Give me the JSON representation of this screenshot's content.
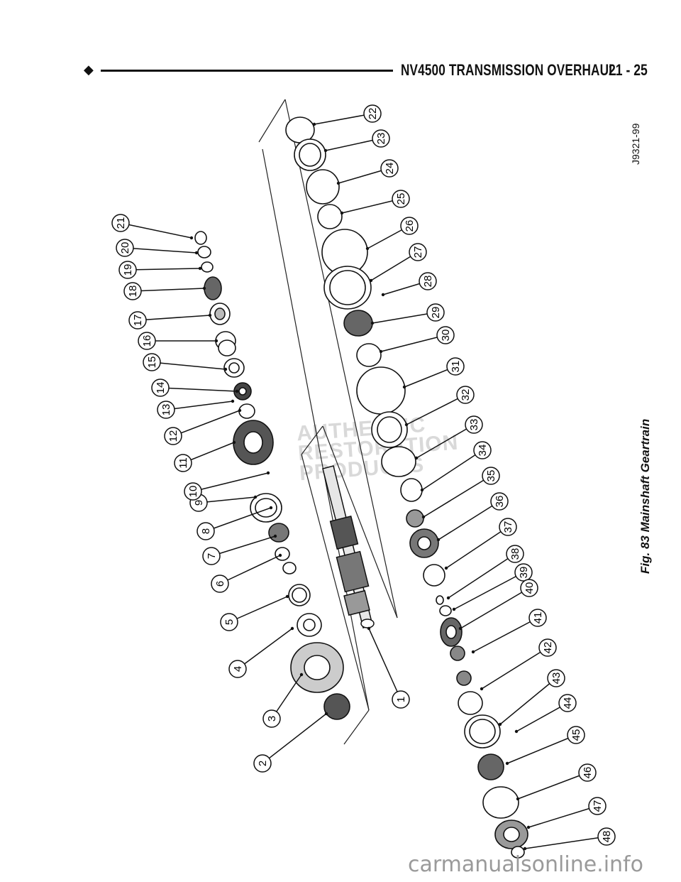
{
  "header": {
    "title": "NV4500 TRANSMISSION OVERHAUL",
    "page_number": "21 - 25"
  },
  "reference_code": "J9321-99",
  "figure_caption": "Fig. 83 Mainshaft Geartrain",
  "watermark": "AUTHENTIC RESTORATION PRODUCTS",
  "callouts": [
    "1",
    "2",
    "3",
    "4",
    "5",
    "6",
    "7",
    "8",
    "9",
    "10",
    "11",
    "12",
    "13",
    "14",
    "15",
    "16",
    "17",
    "18",
    "19",
    "20",
    "21",
    "22",
    "23",
    "24",
    "25",
    "26",
    "27",
    "28",
    "29",
    "30",
    "31",
    "32",
    "33",
    "34",
    "35",
    "36",
    "37",
    "38",
    "39",
    "40",
    "41",
    "42",
    "43",
    "44",
    "45",
    "46",
    "47",
    "48"
  ],
  "footer": "carmanualsonline.info"
}
